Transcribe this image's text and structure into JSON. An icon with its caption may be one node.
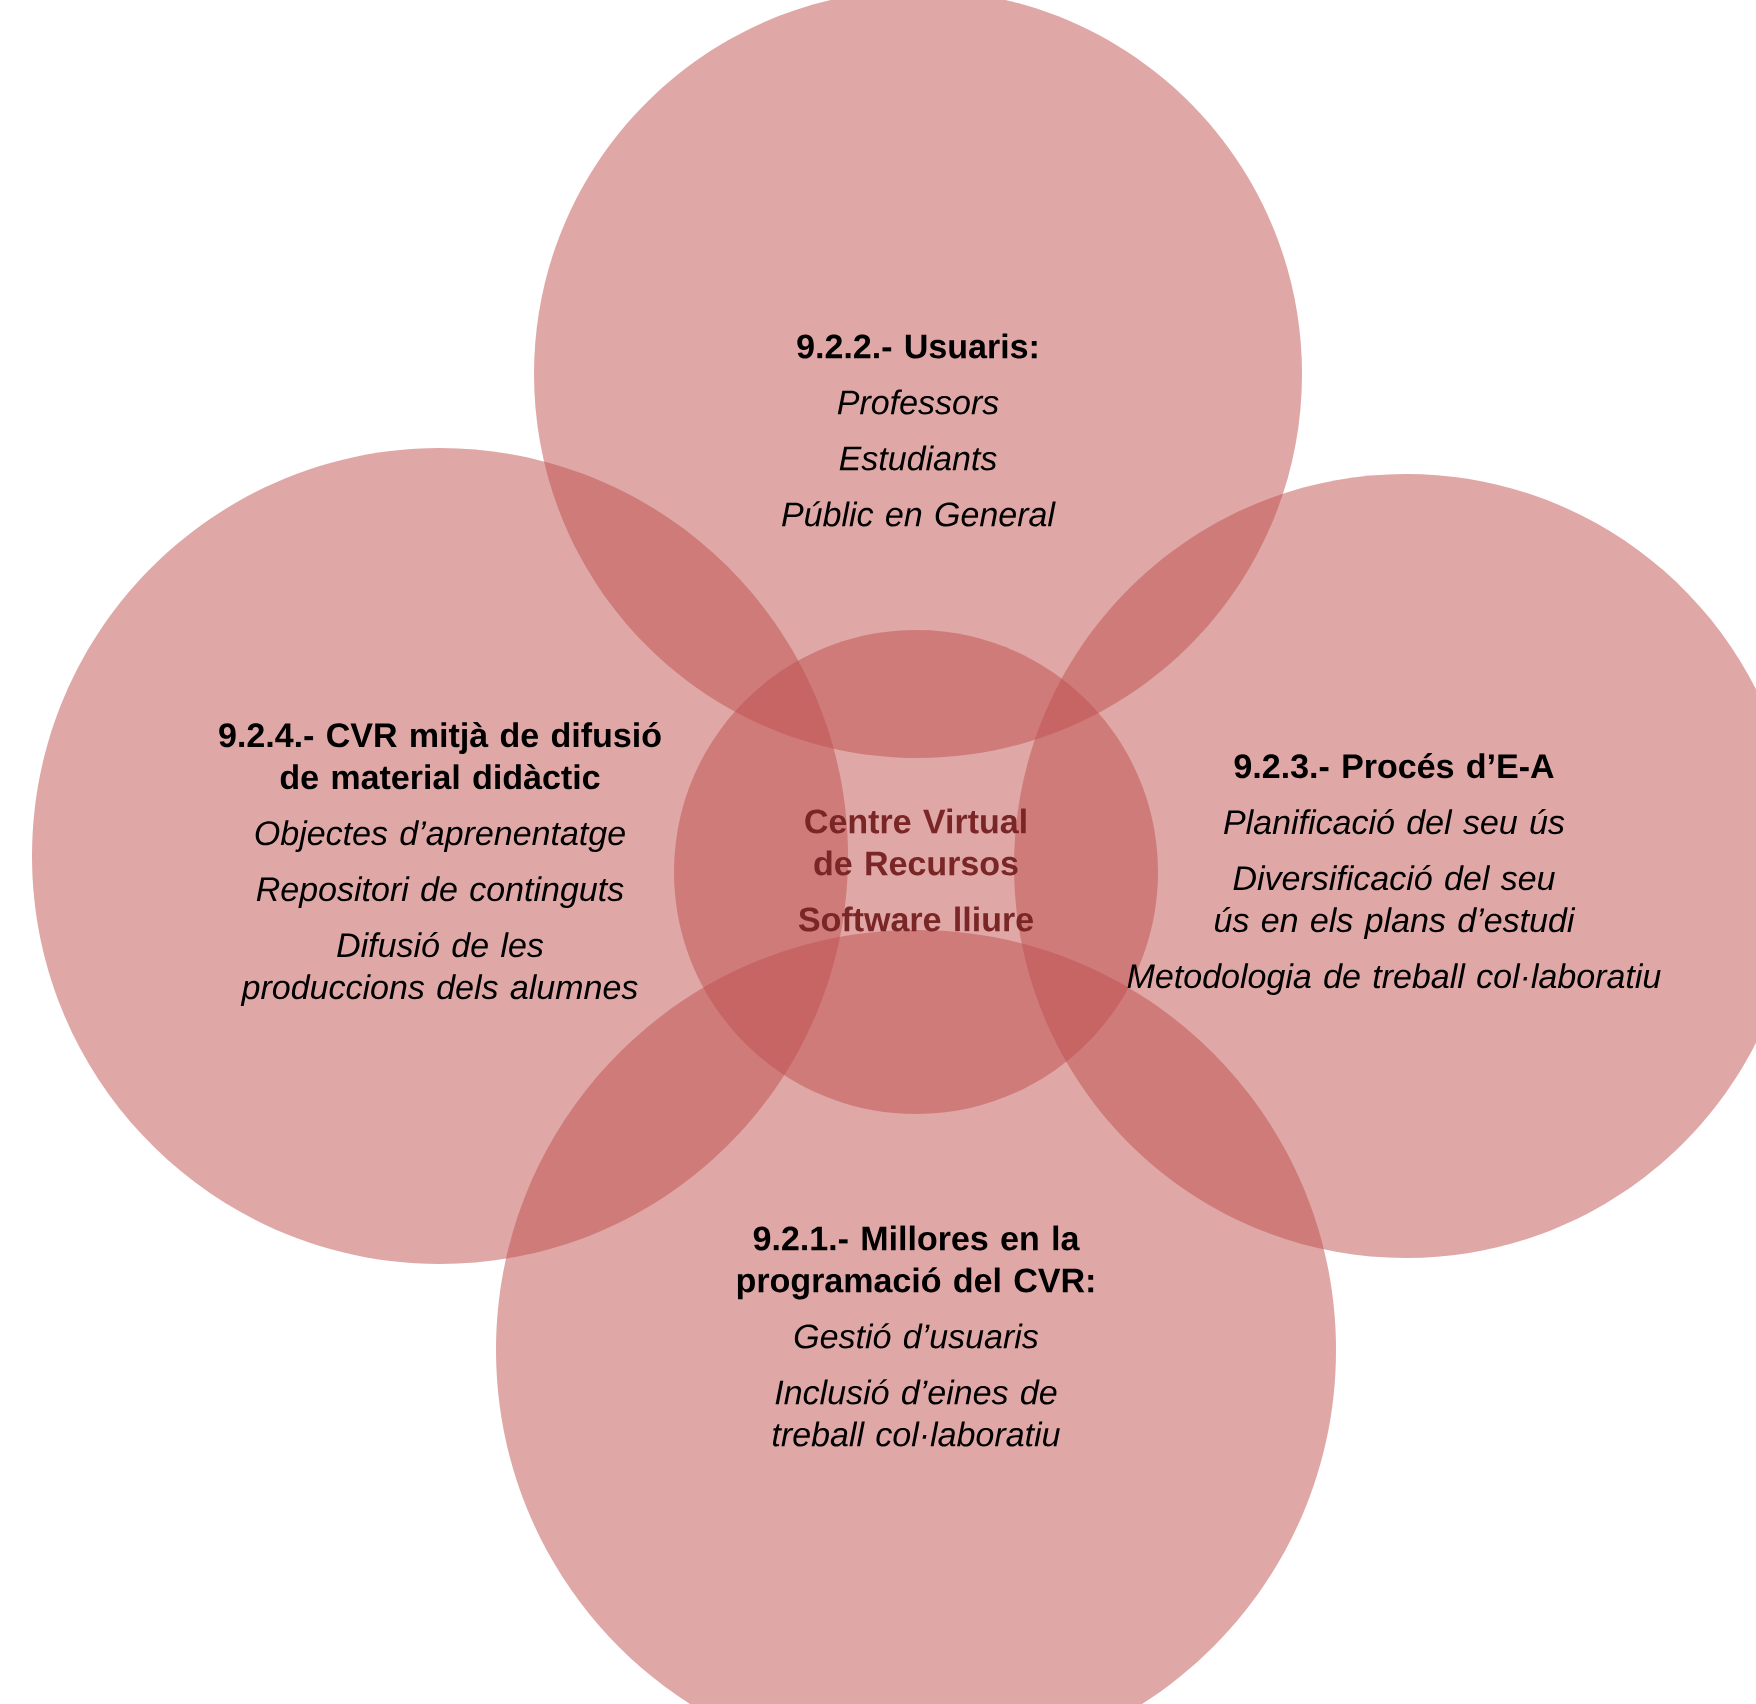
{
  "diagram": {
    "nodes": [
      {
        "text": [
          "9.2.2.- Usuaris:",
          "Professors",
          "Estudiants",
          "Públic en General"
        ]
      },
      {
        "text": [
          "9.2.4.- CVR mitjà de difusió de material didàctic",
          "Objectes d’aprenentatge",
          "Repositori de continguts",
          "Difusió de les produccions dels alumnes"
        ]
      },
      {
        "text": [
          "Centre Virtual de Recursos",
          "Software lliure"
        ]
      },
      {
        "text": [
          "9.2.3.- Procés d’E-A",
          "Planificació del seu ús",
          "Diversificació del seu ús en els plans d’estudi",
          "Metodologia de treball col·laboratiu"
        ]
      },
      {
        "text": [
          "9.2.1.- Millores en la programació del CVR:",
          "Gestió d’usuaris",
          "Inclusió d’eines de treball col·laboratiu"
        ]
      }
    ]
  }
}
